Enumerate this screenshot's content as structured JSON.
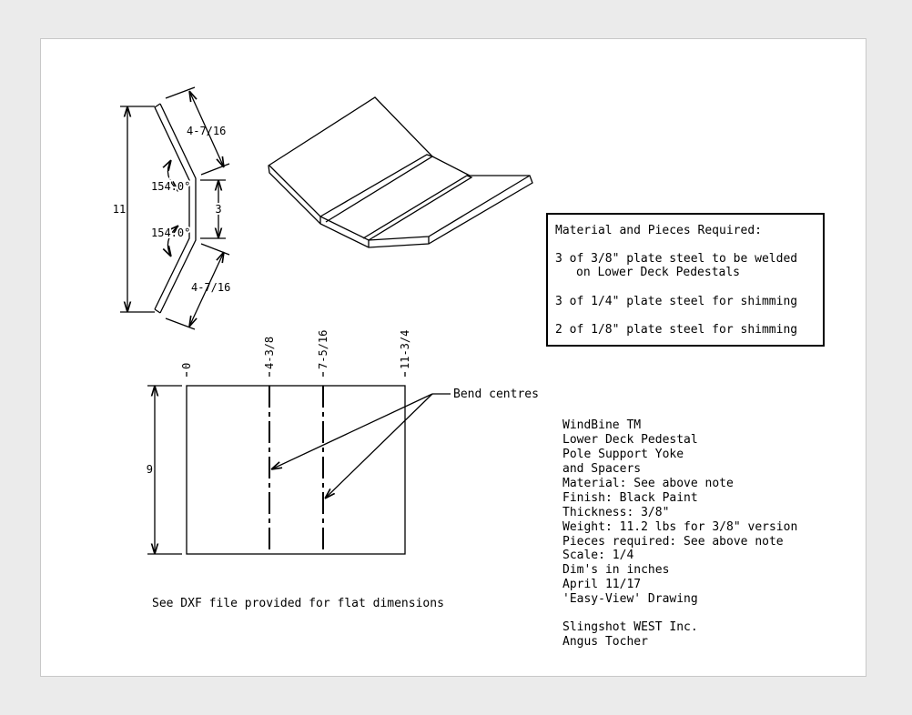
{
  "side_view": {
    "top_leg": "4-7/16",
    "bottom_leg": "4-7/16",
    "middle": "3",
    "height": "11",
    "angle_top": "154.0°",
    "angle_bottom": "154.0°"
  },
  "materials_box": {
    "title": "Material and Pieces Required:",
    "item1_line1": "3 of 3/8\" plate steel to be welded",
    "item1_line2": "on Lower Deck Pedestals",
    "item2": "3 of 1/4\" plate steel for shimming",
    "item3": "2 of 1/8\" plate steel for shimming"
  },
  "flat_view": {
    "dim_0": "0",
    "dim_1": "4-3/8",
    "dim_2": "7-5/16",
    "dim_3": "11-3/4",
    "height": "9",
    "bend_label": "Bend centres"
  },
  "note": "See DXF file provided for flat dimensions",
  "title_block": {
    "line1": "WindBine TM",
    "line2": "Lower Deck Pedestal",
    "line3": "Pole Support Yoke",
    "line4": "and Spacers",
    "line5": "Material: See above note",
    "line6": "Finish: Black Paint",
    "line7": "Thickness: 3/8\"",
    "line8": "Weight: 11.2 lbs for 3/8\" version",
    "line9": "Pieces required: See above note",
    "line10": "Scale: 1/4",
    "line11": "Dim's in inches",
    "line12": "April 11/17",
    "line13": "'Easy-View' Drawing",
    "company": "Slingshot WEST Inc.",
    "author": "Angus Tocher"
  }
}
